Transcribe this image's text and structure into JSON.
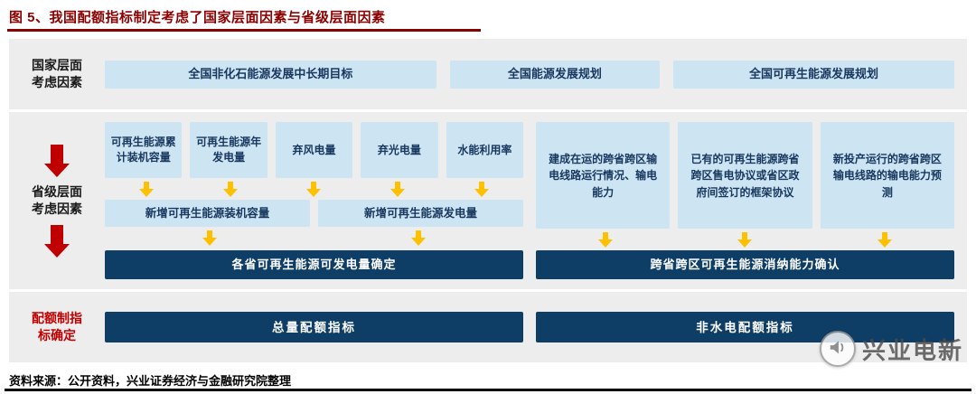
{
  "title": "图 5、我国配额指标制定考虑了国家层面因素与省级层面因素",
  "colors": {
    "dark-red": "#8B0000",
    "arrow-red": "#C00000",
    "light-blue": "#CDE4F3",
    "dark-blue": "#0E3E66",
    "box-text": "#17375E",
    "arrow-yellow": "#FFC000",
    "panel-gray": "#EDEDED"
  },
  "national": {
    "label": "国家层面考虑因素",
    "boxes": [
      "全国非化石能源发展中长期目标",
      "全国能源发展规划",
      "全国可再生能源发展规划"
    ]
  },
  "provincial": {
    "label": "省级层面考虑因素",
    "factors": [
      "可再生能源累计装机容量",
      "可再生能源年发电量",
      "弃风电量",
      "弃光电量",
      "水能利用率"
    ],
    "aggregates": [
      "新增可再生能源装机容量",
      "新增可再生能源发电量"
    ],
    "left_result": "各省可再生能源可发电量确定",
    "cross_factors": [
      "建成在运的跨省跨区输电线路运行情况、输电能力",
      "已有的可再生能源跨省跨区售电协议或省区政府间签订的框架协议",
      "新投产运行的跨省跨区输电线路的输电能力预测"
    ],
    "right_result": "跨省跨区可再生能源消纳能力确认"
  },
  "quota": {
    "label": "配额制指标确定",
    "boxes": [
      "总量配额指标",
      "非水电配额指标"
    ]
  },
  "footer": {
    "source": "资料来源：公开资料，兴业证券经济与金融研究院整理",
    "watermark": "兴业电新"
  }
}
